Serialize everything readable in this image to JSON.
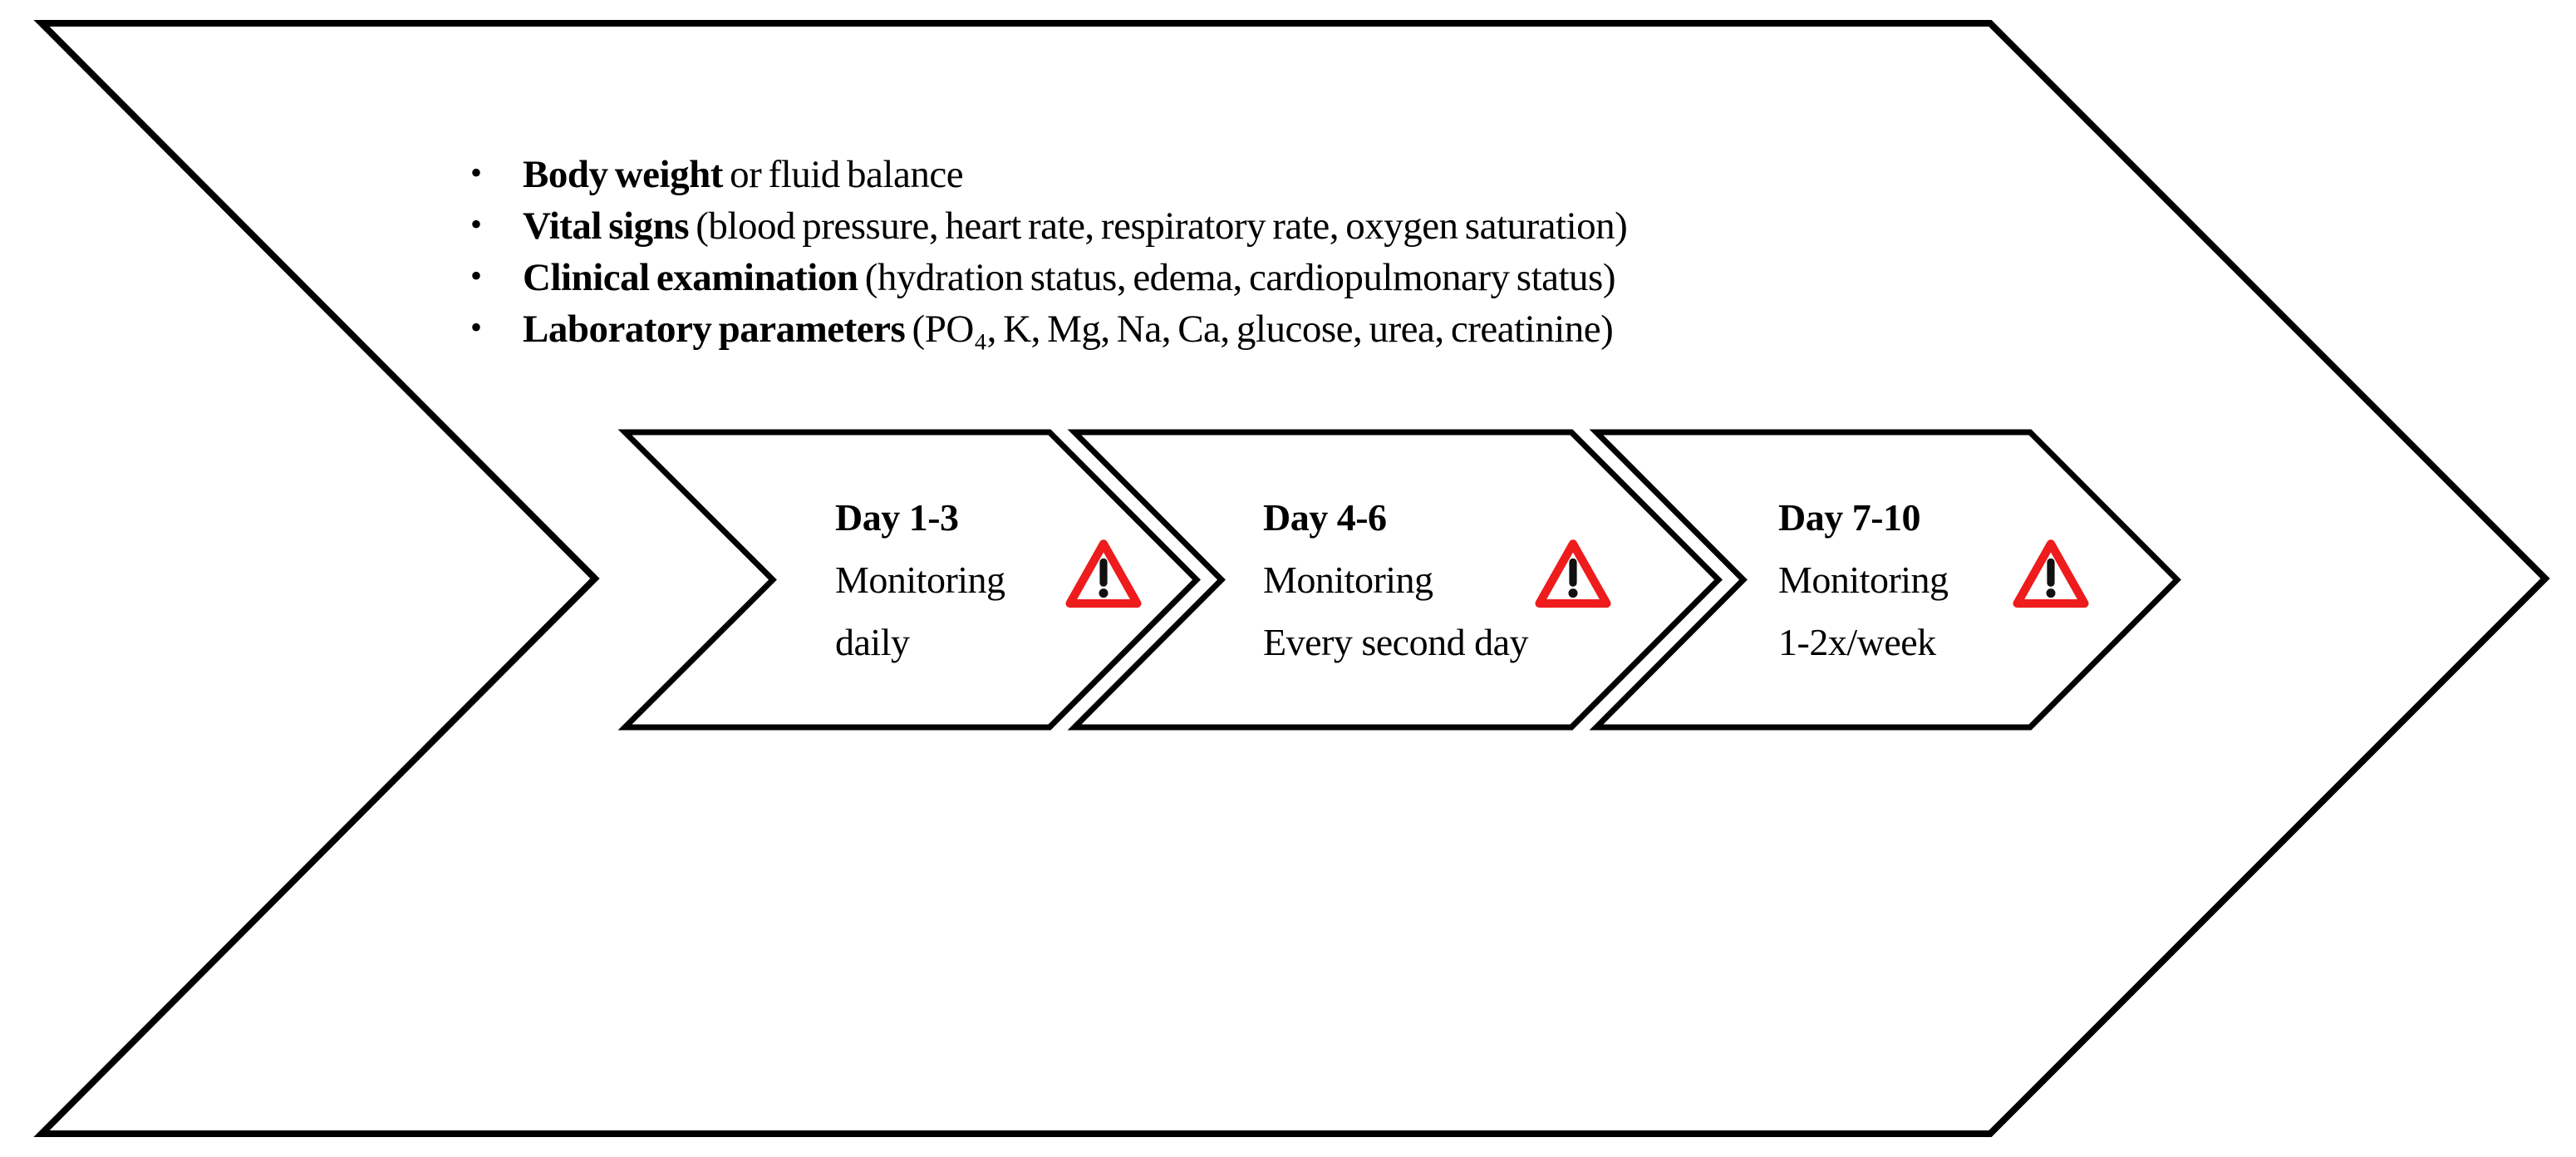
{
  "figure": {
    "type": "refeeding-monitoring-process-diagram",
    "bullet_char": "•",
    "monitoring_parameters": {
      "items": [
        {
          "lead": "Body weight",
          "rest": " or fluid balance"
        },
        {
          "lead": "Vital signs",
          "rest": " (blood pressure, heart rate, respiratory rate, oxygen saturation)"
        },
        {
          "lead": "Clinical examination",
          "rest": " (hydration status, edema, cardiopulmonary status)"
        },
        {
          "lead": "Laboratory parameters",
          "rest": " (PO₄, K, Mg, Na, Ca, glucose, urea, creatinine)"
        }
      ]
    },
    "phases": [
      {
        "day_range": "Day 1-3",
        "monitoring_label": "Monitoring",
        "frequency": "daily"
      },
      {
        "day_range": "Day 4-6",
        "monitoring_label": "Monitoring",
        "frequency": "Every second day"
      },
      {
        "day_range": "Day 7-10",
        "monitoring_label": "Monitoring",
        "frequency": "1-2x/week"
      }
    ],
    "icons": {
      "warning": "warning-triangle-exclamation"
    },
    "colors": {
      "outline": "#000000",
      "warning_red": "#ee1c1c",
      "background": "#ffffff",
      "text": "#000000"
    }
  }
}
